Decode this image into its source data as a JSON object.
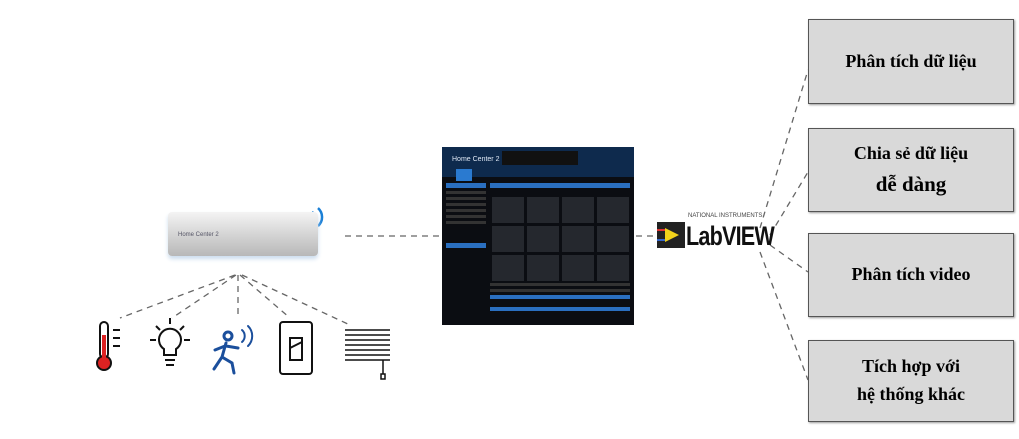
{
  "router": {
    "brand": "Home Center 2"
  },
  "screen": {
    "title": "Home Center 2"
  },
  "labview": {
    "vendor": "NATIONAL INSTRUMENTS",
    "name": "LabVIEW"
  },
  "boxes": [
    {
      "lines": [
        "Phân tích dữ liệu"
      ]
    },
    {
      "lines": [
        "Chia sẻ dữ liệu",
        "dễ dàng"
      ]
    },
    {
      "lines": [
        "Phân tích video"
      ]
    },
    {
      "lines": [
        "Tích hợp với",
        "hệ thống khác"
      ]
    }
  ],
  "sensors": [
    "thermometer-icon",
    "light-bulb-icon",
    "motion-sensor-icon",
    "switch-icon",
    "blinds-icon"
  ]
}
